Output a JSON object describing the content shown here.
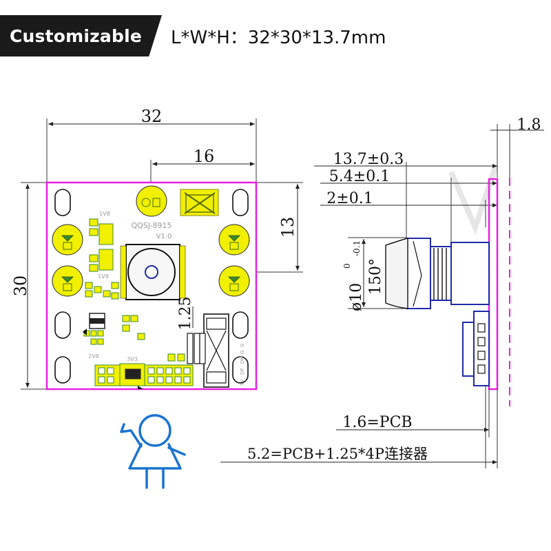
{
  "banner": {
    "badge_label": "Customizable",
    "dimensions_text": "L*W*H：32*30*13.7mm"
  },
  "front_view": {
    "width_label": "32",
    "half_width_label": "16",
    "height_label": "30",
    "lens_offset_label": "13",
    "connector_label": "1.25",
    "module_model": "QQSJ-8915",
    "module_version": "V1.0",
    "marks": [
      "1V8",
      "1V8",
      "2V8",
      "3V3"
    ],
    "pins": [
      "5V",
      "DP",
      "DM",
      "G",
      "G"
    ]
  },
  "side_view": {
    "thickness_label": "1.8",
    "total_height_label": "13.7±0.3",
    "lens_base_label": "5.4±0.1",
    "holder_label": "2±0.1",
    "lens_diameter_label": "ø10",
    "diameter_tolerance_upper": "0",
    "diameter_tolerance_lower": "-0.1",
    "field_of_view_label": "150°",
    "pcb_label": "1.6=PCB",
    "pcb_connector_label": "5.2=PCB+1.25*4P连接器"
  },
  "colors": {
    "board_outline": "#e81fe0",
    "pad_yellow": "#f0f000",
    "pad_outline": "#3c8a2e",
    "lens_blue": "#1e2aa8",
    "mascot_blue": "#1a73d1",
    "banner_dark": "#1a1a1a"
  },
  "icons": [
    "mascot-icon"
  ]
}
